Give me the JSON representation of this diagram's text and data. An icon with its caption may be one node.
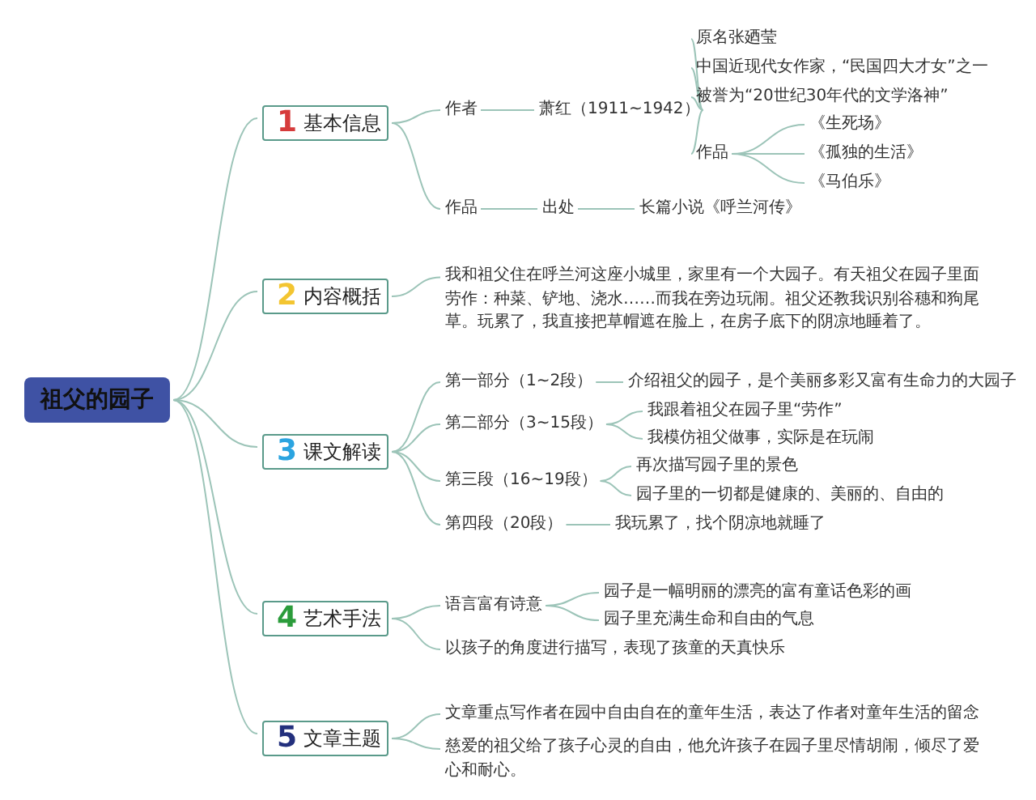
{
  "diagram": {
    "nodes": [
      {
        "text": [
          "祖父的园子"
        ]
      },
      {
        "text": [
          "1",
          "基本信息"
        ]
      },
      {
        "text": [
          "作者"
        ]
      },
      {
        "text": [
          "萧红（1911~1942）"
        ]
      },
      {
        "text": [
          "原名张廼莹"
        ]
      },
      {
        "text": [
          "中国近现代女作家，“民国四大才女”之一"
        ]
      },
      {
        "text": [
          "被誉为“20世纪30年代的文学洛神”"
        ]
      },
      {
        "text": [
          "作品"
        ]
      },
      {
        "text": [
          "《生死场》"
        ]
      },
      {
        "text": [
          "《孤独的生活》"
        ]
      },
      {
        "text": [
          "《马伯乐》"
        ]
      },
      {
        "text": [
          "作品"
        ]
      },
      {
        "text": [
          "出处"
        ]
      },
      {
        "text": [
          "长篇小说《呼兰河传》"
        ]
      },
      {
        "text": [
          "2",
          "内容概括"
        ]
      },
      {
        "text": [
          "我和祖父住在呼兰河这座小城里，家里有一个大园子。有天祖父在园子里面劳作：种菜、铲地、浇水……而我在旁边玩闹。祖父还教我识别谷穗和狗尾草。玩累了，我直接把草帽遮在脸上，在房子底下的阴凉地睡着了。"
        ]
      },
      {
        "text": [
          "3",
          "课文解读"
        ]
      },
      {
        "text": [
          "第一部分（1~2段）"
        ]
      },
      {
        "text": [
          "介绍祖父的园子，是个美丽多彩又富有生命力的大园子"
        ]
      },
      {
        "text": [
          "第二部分（3~15段）"
        ]
      },
      {
        "text": [
          "我跟着祖父在园子里“劳作”"
        ]
      },
      {
        "text": [
          "我模仿祖父做事，实际是在玩闹"
        ]
      },
      {
        "text": [
          "第三段（16~19段）"
        ]
      },
      {
        "text": [
          "再次描写园子里的景色"
        ]
      },
      {
        "text": [
          "园子里的一切都是健康的、美丽的、自由的"
        ]
      },
      {
        "text": [
          "第四段（20段）"
        ]
      },
      {
        "text": [
          "我玩累了，找个阴凉地就睡了"
        ]
      },
      {
        "text": [
          "4",
          "艺术手法"
        ]
      },
      {
        "text": [
          "语言富有诗意"
        ]
      },
      {
        "text": [
          "园子是一幅明丽的漂亮的富有童话色彩的画"
        ]
      },
      {
        "text": [
          "园子里充满生命和自由的气息"
        ]
      },
      {
        "text": [
          "以孩子的角度进行描写，表现了孩童的天真快乐"
        ]
      },
      {
        "text": [
          "5",
          "文章主题"
        ]
      },
      {
        "text": [
          "文章重点写作者在园中自由自在的童年生活，表达了作者对童年生活的留念"
        ]
      },
      {
        "text": [
          "慈爱的祖父给了孩子心灵的自由，他允许孩子在园子里尽情胡闹，倾尽了爱心和耐心。"
        ]
      }
    ],
    "edges": [
      {
        "from": 0,
        "to": 1,
        "arrow": "none"
      },
      {
        "from": 0,
        "to": 14,
        "arrow": "none"
      },
      {
        "from": 0,
        "to": 16,
        "arrow": "none"
      },
      {
        "from": 0,
        "to": 27,
        "arrow": "none"
      },
      {
        "from": 0,
        "to": 32,
        "arrow": "none"
      },
      {
        "from": 1,
        "to": 2,
        "arrow": "none"
      },
      {
        "from": 2,
        "to": 3,
        "arrow": "none"
      },
      {
        "from": 3,
        "to": 4,
        "arrow": "none"
      },
      {
        "from": 3,
        "to": 5,
        "arrow": "none"
      },
      {
        "from": 3,
        "to": 6,
        "arrow": "none"
      },
      {
        "from": 3,
        "to": 7,
        "arrow": "none"
      },
      {
        "from": 7,
        "to": 8,
        "arrow": "none"
      },
      {
        "from": 7,
        "to": 9,
        "arrow": "none"
      },
      {
        "from": 7,
        "to": 10,
        "arrow": "none"
      },
      {
        "from": 1,
        "to": 11,
        "arrow": "none"
      },
      {
        "from": 11,
        "to": 12,
        "arrow": "none"
      },
      {
        "from": 12,
        "to": 13,
        "arrow": "none"
      },
      {
        "from": 14,
        "to": 15,
        "arrow": "none"
      },
      {
        "from": 16,
        "to": 17,
        "arrow": "none"
      },
      {
        "from": 17,
        "to": 18,
        "arrow": "none"
      },
      {
        "from": 16,
        "to": 19,
        "arrow": "none"
      },
      {
        "from": 19,
        "to": 20,
        "arrow": "none"
      },
      {
        "from": 19,
        "to": 21,
        "arrow": "none"
      },
      {
        "from": 16,
        "to": 22,
        "arrow": "none"
      },
      {
        "from": 22,
        "to": 23,
        "arrow": "none"
      },
      {
        "from": 22,
        "to": 24,
        "arrow": "none"
      },
      {
        "from": 16,
        "to": 25,
        "arrow": "none"
      },
      {
        "from": 25,
        "to": 26,
        "arrow": "none"
      },
      {
        "from": 27,
        "to": 28,
        "arrow": "none"
      },
      {
        "from": 28,
        "to": 29,
        "arrow": "none"
      },
      {
        "from": 28,
        "to": 30,
        "arrow": "none"
      },
      {
        "from": 27,
        "to": 31,
        "arrow": "none"
      },
      {
        "from": 32,
        "to": 33,
        "arrow": "none"
      },
      {
        "from": 32,
        "to": 34,
        "arrow": "none"
      }
    ]
  }
}
